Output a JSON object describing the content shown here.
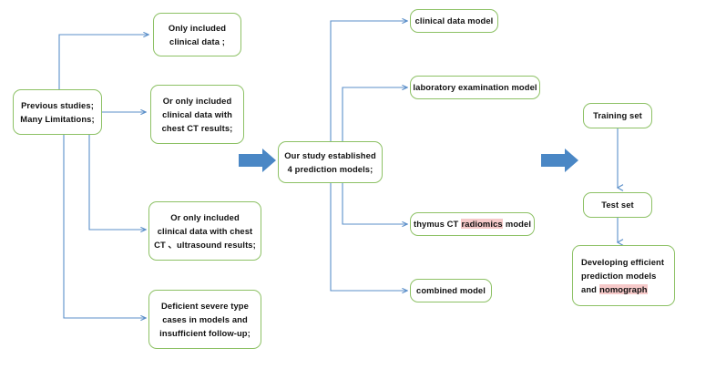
{
  "figure": {
    "type": "flowchart",
    "accent_colors": {
      "node_border": "#8DC165",
      "connector": "#5B8FC9",
      "block_arrow": "#4A87C5",
      "highlight": "#F6C9C9",
      "background": "#FFFFFF",
      "text": "#111111"
    }
  },
  "nodes": {
    "previous_studies": {
      "lines": [
        "Previous  studies;",
        "Many  Limitations;"
      ]
    },
    "limitation_1": {
      "lines": [
        "Only included",
        "clinical data ;"
      ]
    },
    "limitation_2": {
      "lines": [
        "Or only included",
        "clinical data with",
        "chest CT results;"
      ]
    },
    "limitation_3": {
      "lines": [
        "Or only included",
        "clinical data with chest",
        "CT 、ultrasound results;"
      ]
    },
    "limitation_4": {
      "lines": [
        "Deficient severe type",
        "cases in models and",
        "insufficient follow-up;"
      ]
    },
    "our_study": {
      "lines": [
        "Our study established",
        "4 prediction models;"
      ]
    },
    "model_1": {
      "lines": [
        "clinical data model"
      ]
    },
    "model_2": {
      "lines": [
        "laboratory examination model"
      ]
    },
    "model_3": {
      "prefix": "thymus CT ",
      "highlight": "radiomics",
      "suffix": " model"
    },
    "model_4": {
      "lines": [
        "combined model"
      ]
    },
    "training_set": {
      "lines": [
        "Training set"
      ]
    },
    "test_set": {
      "lines": [
        "Test set"
      ]
    },
    "outcome": {
      "line1": "Developing efficient",
      "line2": "prediction models",
      "line3_prefix": "and ",
      "line3_highlight": "nomograph"
    }
  }
}
